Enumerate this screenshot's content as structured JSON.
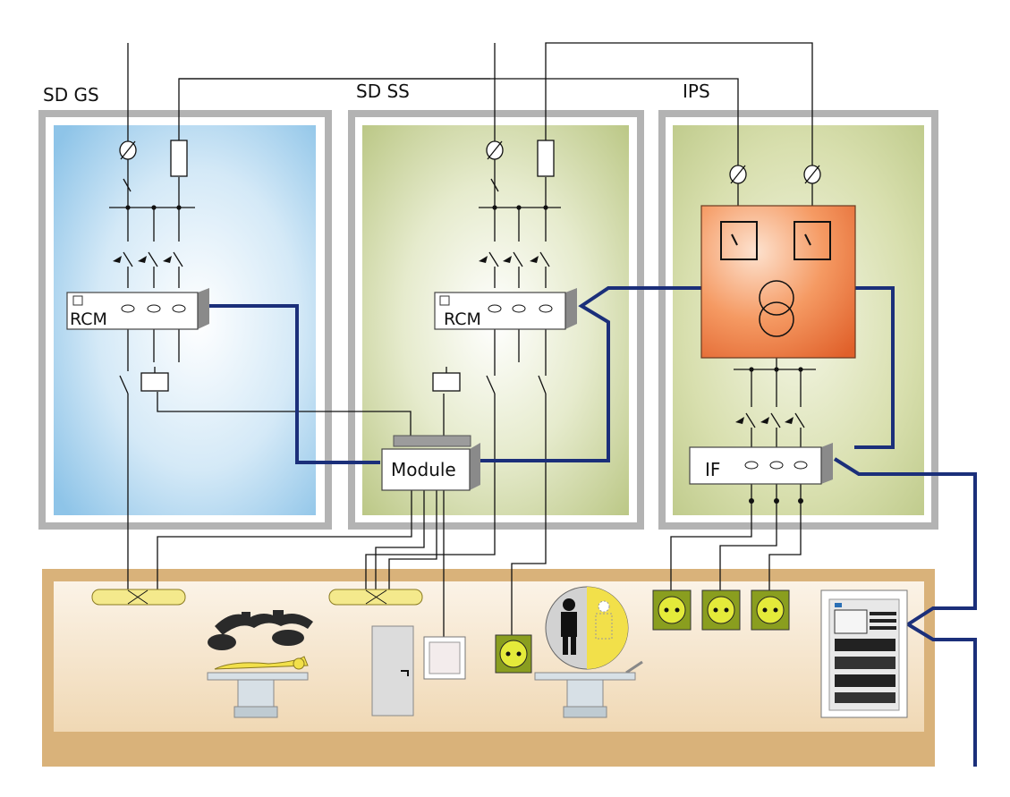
{
  "sections": {
    "sd_gs": "SD GS",
    "sd_ss": "SD SS",
    "ips": "IPS"
  },
  "devices": {
    "rcm_gs": "RCM",
    "rcm_ss": "RCM",
    "module": "Module",
    "if": "IF"
  },
  "colors": {
    "blue_panel": "#a9d3ef",
    "green_panel": "#c4cf92",
    "transformer": "#f08a55",
    "floor": "#d9b27a",
    "bus_line": "#1b2f7a",
    "frame": "#b3b3b3",
    "socket": "#8a9e1f",
    "lamp": "#f4e98c"
  }
}
